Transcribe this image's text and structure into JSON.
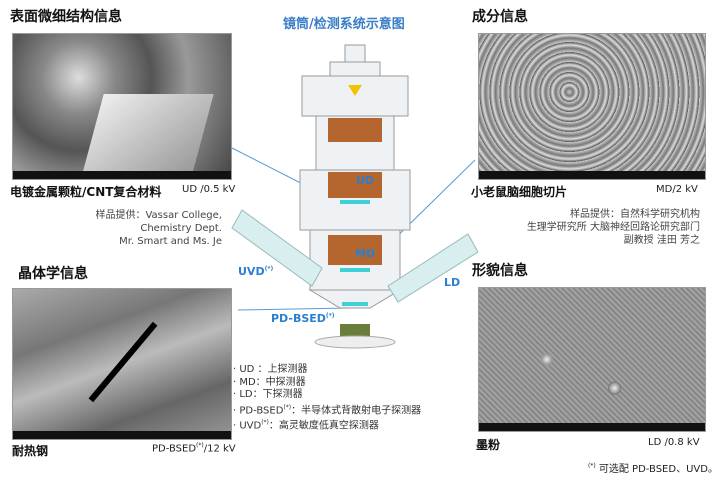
{
  "center_title": "镜筒/检测系统示意图",
  "panels": {
    "surface": {
      "heading": "表面微细结构信息",
      "caption": "电镀金属颗粒/CNT复合材料",
      "condition": "UD /0.5 kV",
      "credit": [
        "样品提供：Vassar College,",
        "Chemistry Dept.",
        "Mr. Smart and Ms. Je"
      ]
    },
    "composition": {
      "heading": "成分信息",
      "caption": "小老鼠脑细胞切片",
      "condition": "MD/2 kV",
      "credit": [
        "样品提供：自然科学研究机构",
        "生理学研究所 大脑神经回路论研究部门",
        "副教授 洼田 芳之"
      ]
    },
    "crystal": {
      "heading": "晶体学信息",
      "caption": "耐热钢",
      "condition_main": "PD-BSED",
      "condition_sup": "(*)",
      "condition_tail": "/12 kV"
    },
    "morphology": {
      "heading": "形貌信息",
      "caption": "墨粉",
      "condition": "LD /0.8 kV"
    }
  },
  "diagram_labels": {
    "ud": "UD",
    "md": "MD",
    "uvd": "UVD",
    "uvd_sup": "(*)",
    "ld": "LD",
    "pdbsed": "PD-BSED",
    "pdbsed_sup": "(*)"
  },
  "legend": [
    {
      "main": "· UD ：上探测器",
      "sup": ""
    },
    {
      "main": "· MD：中探测器",
      "sup": ""
    },
    {
      "main": "· LD：下探测器",
      "sup": ""
    },
    {
      "main": "· PD-BSED",
      "sup": "(*)",
      "tail": "：半导体式背散射电子探测器"
    },
    {
      "main": "· UVD",
      "sup": "(*)",
      "tail": "：高灵敏度低真空探测器"
    }
  ],
  "footnote": {
    "sup": "(*)",
    "text": " 可选配 PD-BSED、UVD。"
  },
  "colors": {
    "label_blue": "#2a7fd0",
    "copper": "#b5652e",
    "cyan": "#3fd0d8"
  }
}
